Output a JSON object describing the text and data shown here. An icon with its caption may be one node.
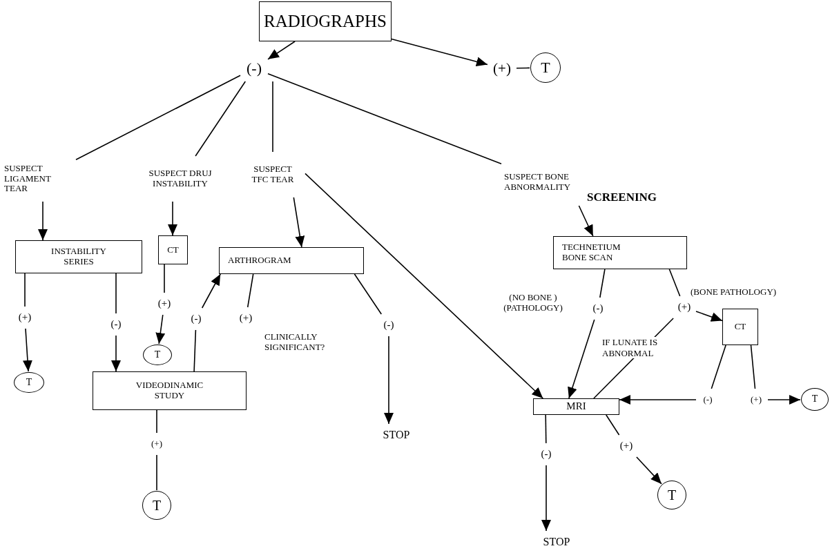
{
  "diagram": {
    "nodes": [
      {
        "text": [
          "RADIOGRAPHS"
        ]
      },
      {
        "text": [
          "(-)"
        ]
      },
      {
        "text": [
          "(+)"
        ]
      },
      {
        "text": [
          "T"
        ]
      },
      {
        "text": [
          "SUSPECT LIGAMENT TEAR"
        ]
      },
      {
        "text": [
          "SUSPECT DRUJ INSTABILITY"
        ]
      },
      {
        "text": [
          "SUSPECT TFC TEAR"
        ]
      },
      {
        "text": [
          "SUSPECT BONE ABNORMALITY"
        ]
      },
      {
        "text": [
          "INSTABILITY SERIES"
        ]
      },
      {
        "text": [
          "CT"
        ]
      },
      {
        "text": [
          "ARTHROGRAM"
        ]
      },
      {
        "text": [
          "TECHNETIUM BONE SCAN"
        ]
      },
      {
        "text": [
          "(+)"
        ]
      },
      {
        "text": [
          "(-)"
        ]
      },
      {
        "text": [
          "(+)"
        ]
      },
      {
        "text": [
          "(-)"
        ]
      },
      {
        "text": [
          "(+)"
        ]
      },
      {
        "text": [
          "(-)"
        ]
      },
      {
        "text": [
          "T"
        ]
      },
      {
        "text": [
          "T"
        ]
      },
      {
        "text": [
          "VIDEODINAMIC STUDY"
        ]
      },
      {
        "text": [
          "(+)"
        ]
      },
      {
        "text": [
          "T"
        ]
      },
      {
        "text": [
          "STOP"
        ]
      },
      {
        "text": [
          "(-)"
        ]
      },
      {
        "text": [
          "(+)"
        ]
      },
      {
        "text": [
          "CT"
        ]
      },
      {
        "text": [
          "MRI"
        ]
      },
      {
        "text": [
          "(-)"
        ]
      },
      {
        "text": [
          "(+)"
        ]
      },
      {
        "text": [
          "T"
        ]
      },
      {
        "text": [
          "(-)"
        ]
      },
      {
        "text": [
          "(+)"
        ]
      },
      {
        "text": [
          "T"
        ]
      },
      {
        "text": [
          "STOP"
        ]
      }
    ],
    "edges": [
      {
        "from": 0,
        "to": 1,
        "arrow": "to"
      },
      {
        "from": 0,
        "to": 2,
        "arrow": "to"
      },
      {
        "from": 2,
        "to": 3,
        "arrow": "none"
      },
      {
        "from": 1,
        "to": 4,
        "arrow": "none"
      },
      {
        "from": 1,
        "to": 5,
        "arrow": "none"
      },
      {
        "from": 1,
        "to": 6,
        "arrow": "none"
      },
      {
        "from": 1,
        "to": 7,
        "arrow": "none"
      },
      {
        "from": 4,
        "to": 8,
        "arrow": "to"
      },
      {
        "from": 5,
        "to": 9,
        "arrow": "to"
      },
      {
        "from": 6,
        "to": 10,
        "arrow": "to"
      },
      {
        "from": 6,
        "to": 27,
        "arrow": "to"
      },
      {
        "from": 7,
        "to": 11,
        "arrow": "to"
      },
      {
        "from": 8,
        "to": 12,
        "arrow": "none"
      },
      {
        "from": 12,
        "to": 18,
        "arrow": "to"
      },
      {
        "from": 8,
        "to": 13,
        "arrow": "none"
      },
      {
        "from": 13,
        "to": 20,
        "arrow": "to"
      },
      {
        "from": 9,
        "to": 14,
        "arrow": "none"
      },
      {
        "from": 14,
        "to": 19,
        "arrow": "to"
      },
      {
        "from": 20,
        "to": 15,
        "arrow": "none"
      },
      {
        "from": 15,
        "to": 10,
        "arrow": "to"
      },
      {
        "from": 10,
        "to": 16,
        "arrow": "none"
      },
      {
        "from": 10,
        "to": 17,
        "arrow": "none"
      },
      {
        "from": 17,
        "to": 23,
        "arrow": "to"
      },
      {
        "from": 20,
        "to": 21,
        "arrow": "none"
      },
      {
        "from": 21,
        "to": 22,
        "arrow": "none"
      },
      {
        "from": 11,
        "to": 24,
        "arrow": "none"
      },
      {
        "from": 24,
        "to": 27,
        "arrow": "to"
      },
      {
        "from": 11,
        "to": 25,
        "arrow": "none"
      },
      {
        "from": 25,
        "to": 26,
        "arrow": "to"
      },
      {
        "from": 25,
        "to": 27,
        "arrow": "none",
        "label": "IF LUNATE IS ABNORMAL"
      },
      {
        "from": 26,
        "to": 28,
        "arrow": "none"
      },
      {
        "from": 28,
        "to": 27,
        "arrow": "to"
      },
      {
        "from": 26,
        "to": 29,
        "arrow": "none"
      },
      {
        "from": 29,
        "to": 30,
        "arrow": "to"
      },
      {
        "from": 27,
        "to": 31,
        "arrow": "none"
      },
      {
        "from": 31,
        "to": 34,
        "arrow": "to"
      },
      {
        "from": 27,
        "to": 32,
        "arrow": "none"
      },
      {
        "from": 32,
        "to": 33,
        "arrow": "to"
      }
    ],
    "labels": [
      "SCREENING",
      "(BONE PATHOLOGY)",
      "(NO BONE ) (PATHOLOGY)",
      "CLINICALLY SIGNIFICANT?"
    ]
  }
}
